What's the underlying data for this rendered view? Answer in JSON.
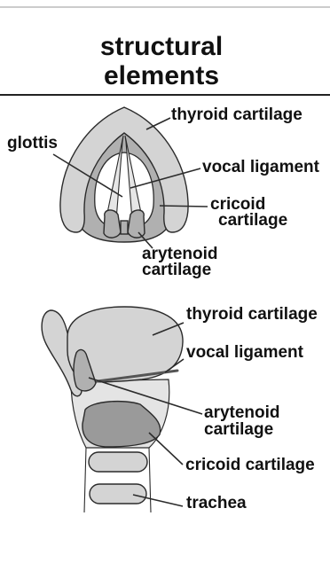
{
  "title": {
    "line1": "structural",
    "line2": "elements"
  },
  "superior_view": {
    "labels": {
      "thyroid_cartilage": "thyroid cartilage",
      "glottis": "glottis",
      "vocal_ligament": "vocal ligament",
      "cricoid_line1": "cricoid",
      "cricoid_line2": "cartilage",
      "arytenoid_line1": "arytenoid",
      "arytenoid_line2": "cartilage"
    }
  },
  "lateral_view": {
    "labels": {
      "thyroid_cartilage": "thyroid cartilage",
      "vocal_ligament": "vocal ligament",
      "arytenoid_line1": "arytenoid",
      "arytenoid_line2": "cartilage",
      "cricoid_cartilage": "cricoid cartilage",
      "trachea": "trachea"
    }
  },
  "colors": {
    "light": "#d4d4d4",
    "mid": "#b0b0b0",
    "dark": "#9a9a9a",
    "pale": "#e4e4e4",
    "outline": "#2b2b2b",
    "text": "#111111"
  }
}
